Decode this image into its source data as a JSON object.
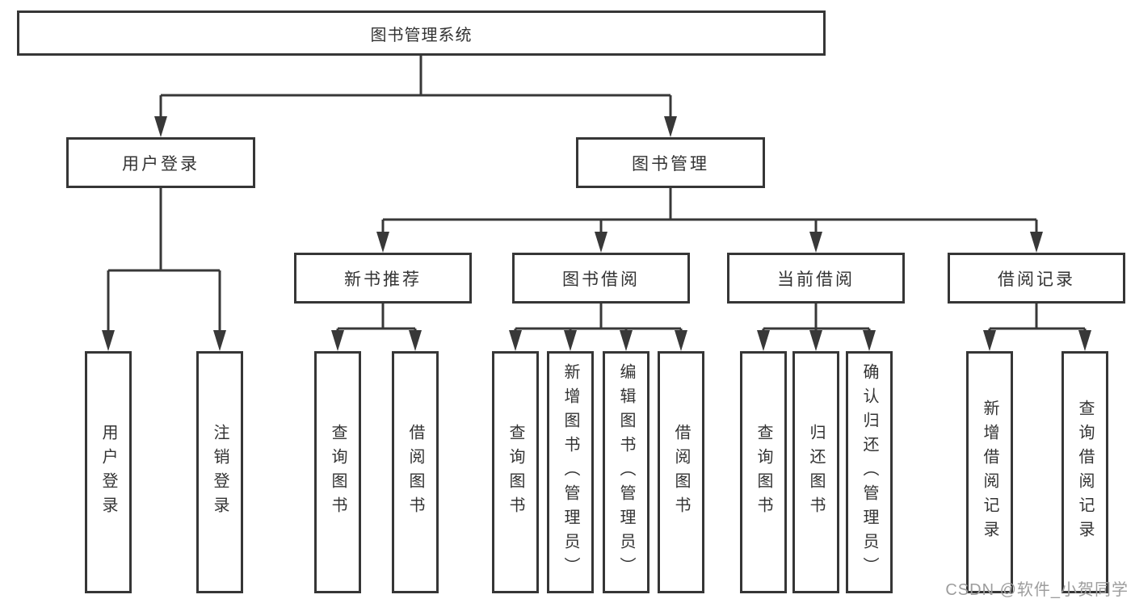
{
  "diagram": {
    "root": {
      "label": "图书管理系统"
    },
    "branches": [
      {
        "label": "用户登录",
        "children": [
          {
            "label": "用户登录"
          },
          {
            "label": "注销登录"
          }
        ]
      },
      {
        "label": "图书管理",
        "children": [
          {
            "label": "新书推荐",
            "children": [
              {
                "label": "查询图书"
              },
              {
                "label": "借阅图书"
              }
            ]
          },
          {
            "label": "图书借阅",
            "children": [
              {
                "label": "查询图书"
              },
              {
                "label": "新增图书（管理员）"
              },
              {
                "label": "编辑图书（管理员）"
              },
              {
                "label": "借阅图书"
              }
            ]
          },
          {
            "label": "当前借阅",
            "children": [
              {
                "label": "查询图书"
              },
              {
                "label": "归还图书"
              },
              {
                "label": "确认归还（管理员）"
              }
            ]
          },
          {
            "label": "借阅记录",
            "children": [
              {
                "label": "新增借阅记录"
              },
              {
                "label": "查询借阅记录"
              }
            ]
          }
        ]
      }
    ]
  },
  "watermark": {
    "text": "CSDN @软件_小贺同学"
  },
  "colors": {
    "line": "#383838",
    "border": "#363636",
    "text": "#333333",
    "background": "#ffffff",
    "watermark": "#9d9d9d"
  }
}
